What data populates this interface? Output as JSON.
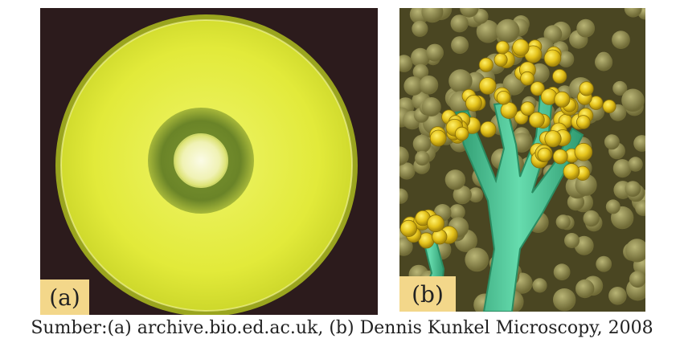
{
  "panels": {
    "a": {
      "label": "(a)"
    },
    "b": {
      "label": "(b)"
    }
  },
  "caption": "Sumber:(a) archive.bio.ed.ac.uk, (b) Dennis Kunkel Microscopy, 2008",
  "colors": {
    "petri_background": "#2c1b1c",
    "agar_yellow": "#e4ec3a",
    "inhibition_zone": "#6f8a2a",
    "penicillium_green": "#43c591",
    "spore_yellow": "#e6c21c",
    "label_background": "#f3d78a"
  }
}
